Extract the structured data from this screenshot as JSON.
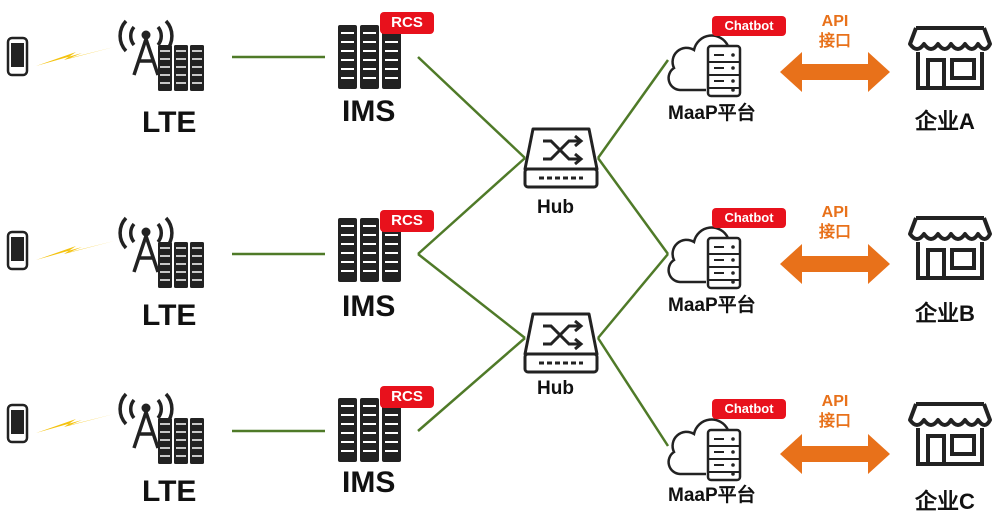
{
  "colors": {
    "line": "#4f7a28",
    "badge": "#e8111c",
    "api": "#e8711a",
    "icon": "#222222",
    "bolt": "#f4c20d"
  },
  "rows": [
    {
      "lte": "LTE",
      "ims": "IMS",
      "rcs": "RCS",
      "maap": "MaaP平台",
      "chatbot": "Chatbot",
      "api_line1": "API",
      "api_line2": "接口",
      "enterprise": "企业A"
    },
    {
      "lte": "LTE",
      "ims": "IMS",
      "rcs": "RCS",
      "maap": "MaaP平台",
      "chatbot": "Chatbot",
      "api_line1": "API",
      "api_line2": "接口",
      "enterprise": "企业B"
    },
    {
      "lte": "LTE",
      "ims": "IMS",
      "rcs": "RCS",
      "maap": "MaaP平台",
      "chatbot": "Chatbot",
      "api_line1": "API",
      "api_line2": "接口",
      "enterprise": "企业C"
    }
  ],
  "hubs": [
    {
      "label": "Hub"
    },
    {
      "label": "Hub"
    }
  ],
  "icons": {
    "phone": "phone-icon",
    "tower": "cell-tower-icon",
    "server": "server-rack-icon",
    "hub": "hub-switch-icon",
    "cloud": "cloud-server-icon",
    "store": "storefront-icon",
    "arrow": "double-arrow-icon",
    "bolt": "lightning-icon"
  }
}
